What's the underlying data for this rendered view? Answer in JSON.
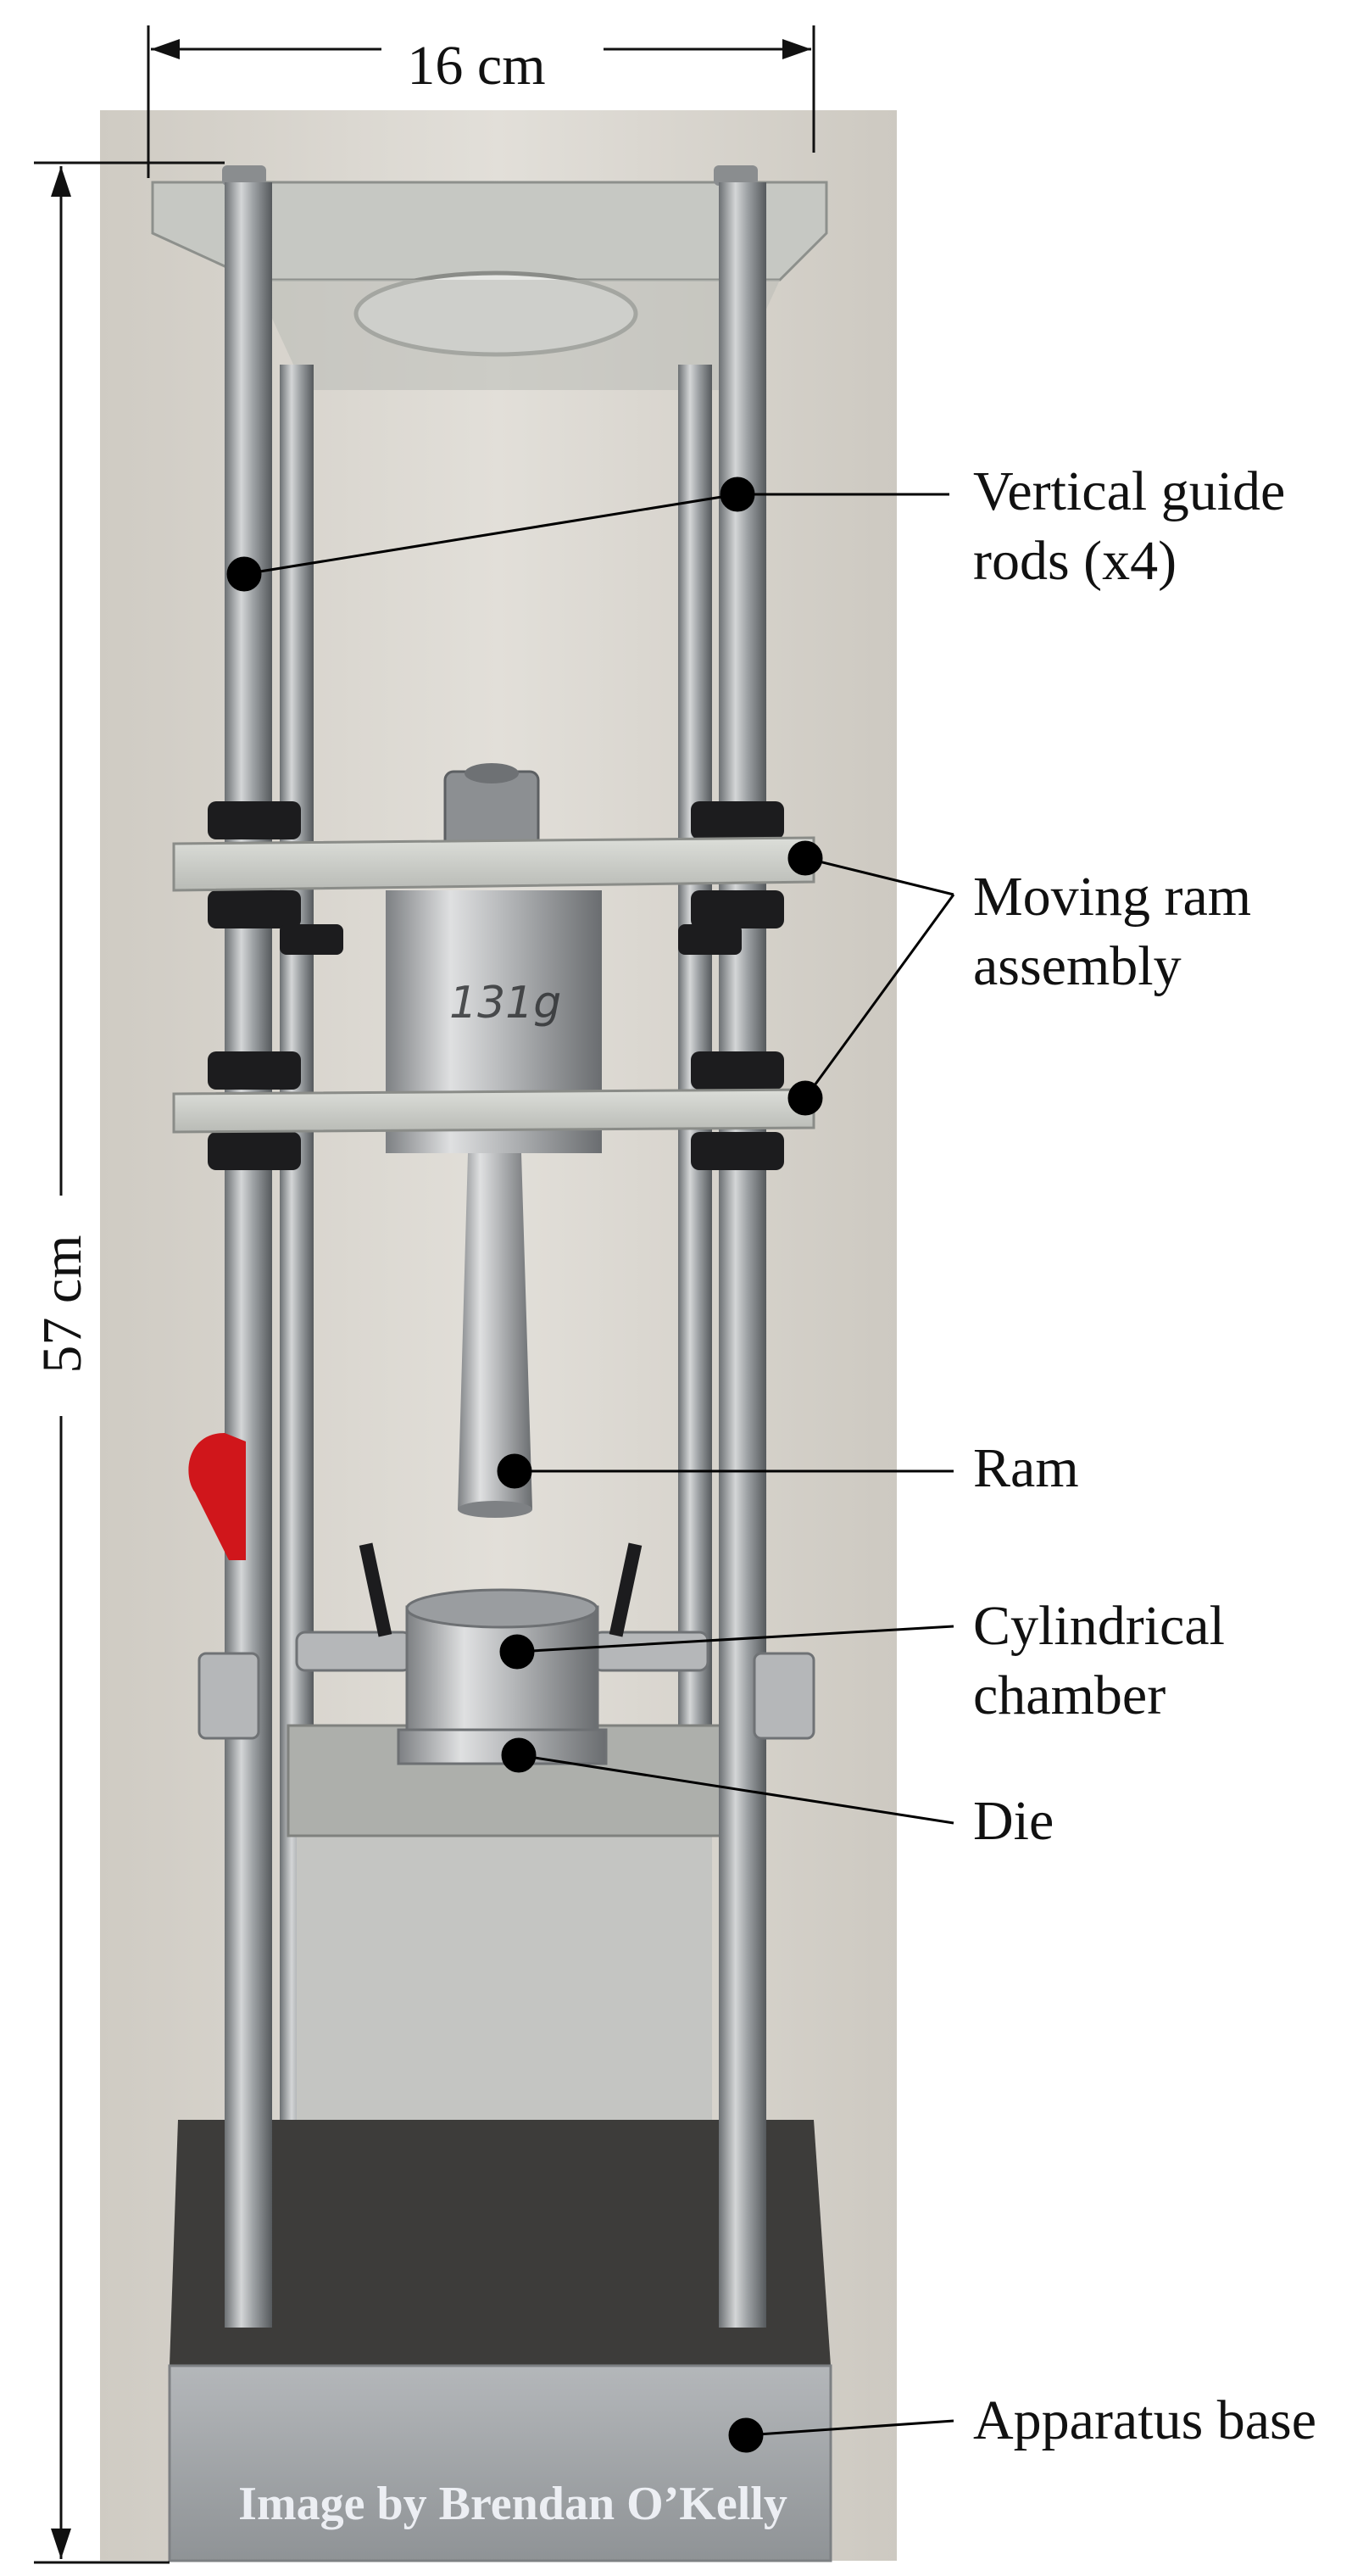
{
  "dimensions": {
    "width_label": "16 cm",
    "height_label": "57 cm"
  },
  "labels": {
    "guide_rods": [
      "Vertical guide",
      "rods (x4)"
    ],
    "ram_assembly": [
      "Moving ram",
      "assembly"
    ],
    "ram": "Ram",
    "chamber": [
      "Cylindrical",
      "chamber"
    ],
    "die": "Die",
    "base": "Apparatus base"
  },
  "photo": {
    "weight_marking": "131g"
  },
  "credit": "Image by Brendan O’Kelly",
  "colors": {
    "backdrop": "#d6d3cc",
    "steel": "#a9acae",
    "steel_dark": "#6f7376",
    "aluminium_plate": "#c9cbc6",
    "clamp_black": "#1c1c1e",
    "base_dark": "#3c3b39",
    "leader_line": "#000000",
    "red_handle": "#d0161b"
  }
}
